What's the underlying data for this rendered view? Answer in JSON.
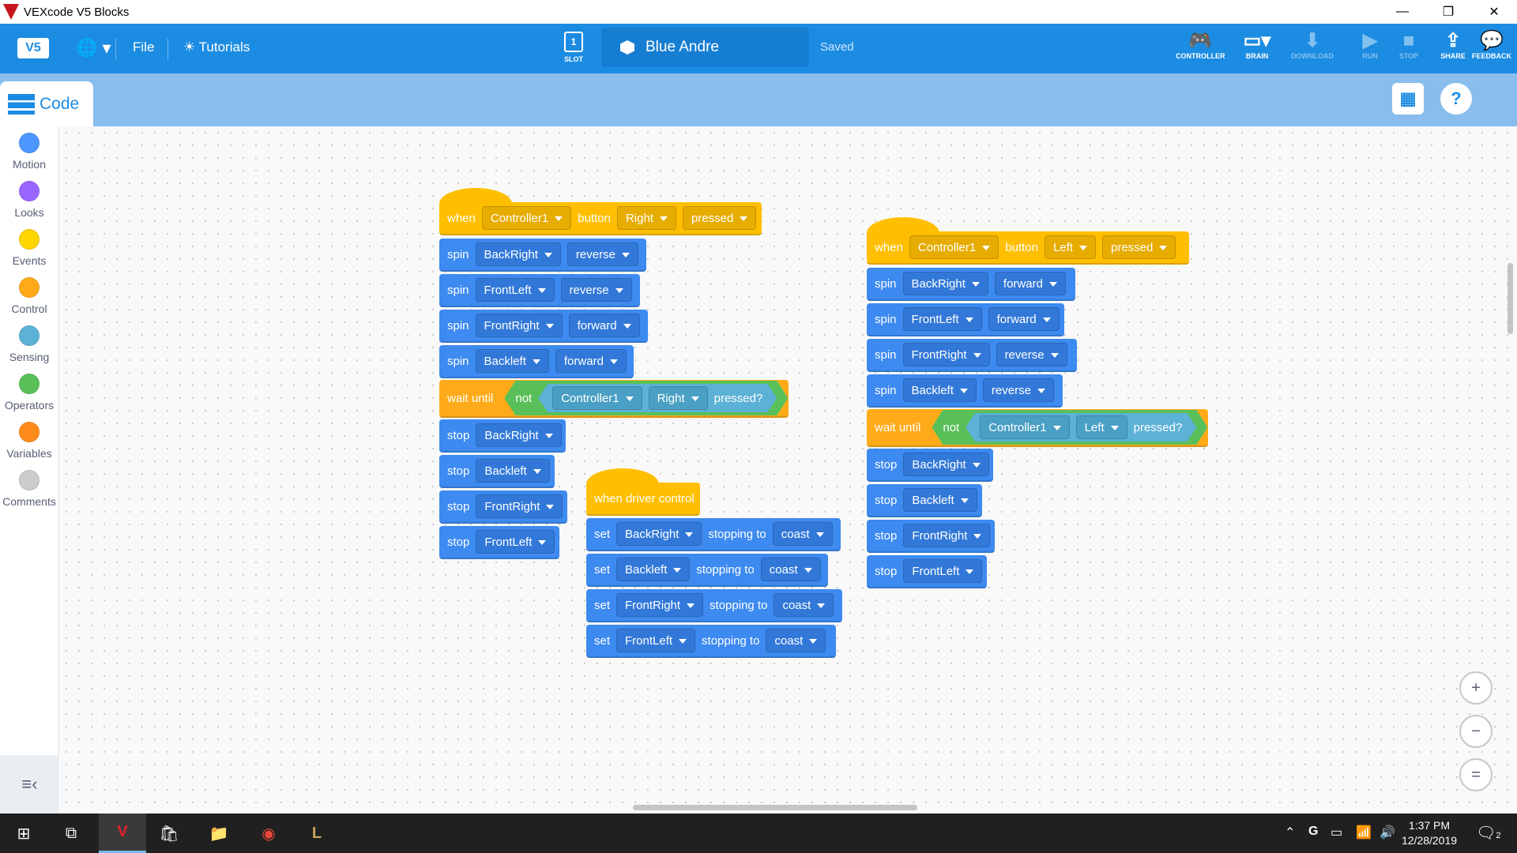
{
  "window": {
    "title": "VEXcode V5 Blocks",
    "minimize": "—",
    "restore": "❐",
    "close": "✕"
  },
  "appbar": {
    "logo": "V5",
    "globe": "🌐 ▾",
    "file": "File",
    "tutorials": "Tutorials",
    "slot": {
      "value": "1",
      "label": "SLOT"
    },
    "project_name": "Blue Andre",
    "status": "Saved",
    "tools": [
      {
        "icon": "controller-icon",
        "glyph": "🎮",
        "label": "CONTROLLER",
        "enabled": true
      },
      {
        "icon": "brain-icon",
        "glyph": "▭▾",
        "label": "BRAIN",
        "enabled": true
      },
      {
        "icon": "download-icon",
        "glyph": "⬇",
        "label": "DOWNLOAD",
        "enabled": false
      },
      {
        "icon": "run-icon",
        "glyph": "▶",
        "label": "RUN",
        "enabled": false
      },
      {
        "icon": "stop-icon",
        "glyph": "■",
        "label": "STOP",
        "enabled": false
      },
      {
        "icon": "share-icon",
        "glyph": "⇪",
        "label": "SHARE",
        "enabled": true
      },
      {
        "icon": "feedback-icon",
        "glyph": "💬",
        "label": "FEEDBACK",
        "enabled": true
      }
    ]
  },
  "subbar": {
    "code_tab": "Code",
    "device_glyph": "▦",
    "help_glyph": "?"
  },
  "palette": {
    "categories": [
      {
        "label": "Motion",
        "color": "#4c97ff"
      },
      {
        "label": "Looks",
        "color": "#9966ff"
      },
      {
        "label": "Events",
        "color": "#ffd500"
      },
      {
        "label": "Control",
        "color": "#ffab19"
      },
      {
        "label": "Sensing",
        "color": "#5cb1d6"
      },
      {
        "label": "Operators",
        "color": "#59c059"
      },
      {
        "label": "Variables",
        "color": "#ff8c1a"
      },
      {
        "label": "Comments",
        "color": "#cccccc"
      }
    ],
    "collapse_glyph": "≡‹"
  },
  "scripts": {
    "s1": {
      "when": "when",
      "controller": "Controller1",
      "button_word": "button",
      "button": "Right",
      "action": "pressed",
      "spins": [
        {
          "kw": "spin",
          "motor": "BackRight",
          "dir": "reverse"
        },
        {
          "kw": "spin",
          "motor": "FrontLeft",
          "dir": "reverse"
        },
        {
          "kw": "spin",
          "motor": "FrontRight",
          "dir": "forward"
        },
        {
          "kw": "spin",
          "motor": "Backleft",
          "dir": "forward"
        }
      ],
      "wait": {
        "kw": "wait until",
        "not": "not",
        "controller": "Controller1",
        "button": "Right",
        "pressed": "pressed?"
      },
      "stops": [
        {
          "kw": "stop",
          "motor": "BackRight"
        },
        {
          "kw": "stop",
          "motor": "Backleft"
        },
        {
          "kw": "stop",
          "motor": "FrontRight"
        },
        {
          "kw": "stop",
          "motor": "FrontLeft"
        }
      ]
    },
    "s2": {
      "hat": "when driver control",
      "sets": [
        {
          "kw": "set",
          "motor": "BackRight",
          "mid": "stopping to",
          "mode": "coast"
        },
        {
          "kw": "set",
          "motor": "Backleft",
          "mid": "stopping to",
          "mode": "coast"
        },
        {
          "kw": "set",
          "motor": "FrontRight",
          "mid": "stopping to",
          "mode": "coast"
        },
        {
          "kw": "set",
          "motor": "FrontLeft",
          "mid": "stopping to",
          "mode": "coast"
        }
      ]
    },
    "s3": {
      "when": "when",
      "controller": "Controller1",
      "button_word": "button",
      "button": "Left",
      "action": "pressed",
      "spins": [
        {
          "kw": "spin",
          "motor": "BackRight",
          "dir": "forward"
        },
        {
          "kw": "spin",
          "motor": "FrontLeft",
          "dir": "forward"
        },
        {
          "kw": "spin",
          "motor": "FrontRight",
          "dir": "reverse"
        },
        {
          "kw": "spin",
          "motor": "Backleft",
          "dir": "reverse"
        }
      ],
      "wait": {
        "kw": "wait until",
        "not": "not",
        "controller": "Controller1",
        "button": "Left",
        "pressed": "pressed?"
      },
      "stops": [
        {
          "kw": "stop",
          "motor": "BackRight"
        },
        {
          "kw": "stop",
          "motor": "Backleft"
        },
        {
          "kw": "stop",
          "motor": "FrontRight"
        },
        {
          "kw": "stop",
          "motor": "FrontLeft"
        }
      ]
    }
  },
  "zoom": {
    "in": "+",
    "out": "−",
    "reset": "="
  },
  "taskbar": {
    "start": "⊞",
    "taskview": "⧉",
    "vex": "V",
    "store": "🛍",
    "explorer": "📁",
    "chrome": "◉",
    "league": "L",
    "tray_glyphs": [
      "⌃",
      "G",
      "▭",
      "📶",
      "🔊"
    ],
    "time": "1:37 PM",
    "date": "12/28/2019",
    "notif_glyph": "🗨",
    "notif_count": "2"
  }
}
